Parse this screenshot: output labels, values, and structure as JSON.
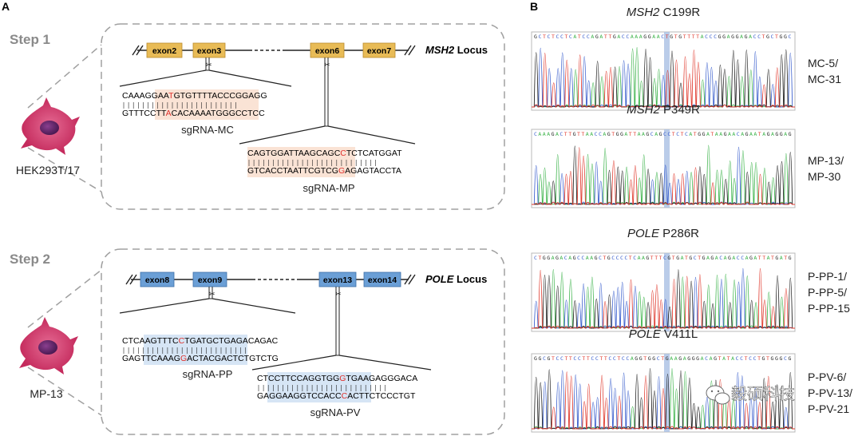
{
  "panel_a": {
    "letter": "A",
    "step1": {
      "title": "Step 1",
      "cell_label": "HEK293T/17",
      "locus": {
        "gene": "MSH2",
        "suffix": " Locus"
      },
      "exons": [
        "exon2",
        "exon3",
        "exon6",
        "exon7"
      ],
      "exon_color": "#e8bb56",
      "sg1": {
        "top": {
          "pre": "CAAAGGAA",
          "mut": "T",
          "post": "GTGTTTTACCCGGAGG"
        },
        "bottom": {
          "pre": "GTTTCCTT",
          "mut": "A",
          "post": "CACAAAATGGGCCTCC"
        },
        "label": "sgRNA-MC"
      },
      "sg2": {
        "top": {
          "pre": "CAGTGGATTAAGCAGC",
          "mut": "C",
          "post": "TCTCATGGAT"
        },
        "bottom": {
          "pre": "GTCACCTAATTCGTCG",
          "mut": "G",
          "post": "AGAGTACCTA"
        },
        "label": "sgRNA-MP"
      }
    },
    "step2": {
      "title": "Step 2",
      "cell_label": "MP-13",
      "locus": {
        "gene": "POLE",
        "suffix": " Locus"
      },
      "exons": [
        "exon8",
        "exon9",
        "exon13",
        "exon14"
      ],
      "exon_color": "#6b9fd6",
      "sg1": {
        "top": {
          "pre": "CTCAAGTTTC",
          "mut": "C",
          "post": "TGATGCTGAGACAGAC"
        },
        "bottom": {
          "pre": "GAGTTCAAAG",
          "mut": "G",
          "post": "ACTACGACTCTGTCTG"
        },
        "label": "sgRNA-PP"
      },
      "sg2": {
        "top": {
          "pre": "CTCCTTCCAGGTGG",
          "mut": "G",
          "post": "TGAAGAGGGACA"
        },
        "bottom": {
          "pre": "GAGGAAGGTCCACC",
          "mut": "C",
          "post": "ACTTCTCCCTGT"
        },
        "label": "sgRNA-PV"
      }
    },
    "mutation_color": "#e0322d"
  },
  "panel_b": {
    "letter": "B",
    "chromatograms": [
      {
        "gene": "MSH2",
        "mutation": " C199R",
        "clones": [
          "MC-5/",
          "MC-31"
        ],
        "sequence": "GCTCTCCTCATCCAGATTGACCAAAGGAACTGTGTTTTACCCGGAGGAGACCTGCTGGC"
      },
      {
        "gene": "MSH2",
        "mutation": " P349R",
        "clones": [
          "MP-13/",
          "MP-30"
        ],
        "sequence": "CAAAGACTTGTTAACCAGTGGATTAAGCAGCCTCTCATGGATAAGAACAGAATAGAGGAG"
      },
      {
        "gene": "POLE",
        "mutation": " P286R",
        "clones": [
          "P-PP-1/",
          "P-PP-5/",
          "P-PP-15"
        ],
        "sequence": "CTGGAGACAGCCAAGCTGCCCCTCAAGTTTCGTGATGCTGAGACAGACCAGATTATGATG"
      },
      {
        "gene": "POLE",
        "mutation": " V411L",
        "clones": [
          "P-PV-6/",
          "P-PV-13/",
          "P-PV-21"
        ],
        "sequence": "GGCGTCCTTCCTTCCTTCCTCCAGGTGGCTGAAGAGGGACAGTATACCTCCTGTGGGCG"
      }
    ],
    "base_colors": {
      "A": "#3cb34a",
      "C": "#3a5fcd",
      "G": "#222222",
      "T": "#e03a2e"
    },
    "highlight_color": "#a9bfe4"
  },
  "watermark": "毅硕科技"
}
